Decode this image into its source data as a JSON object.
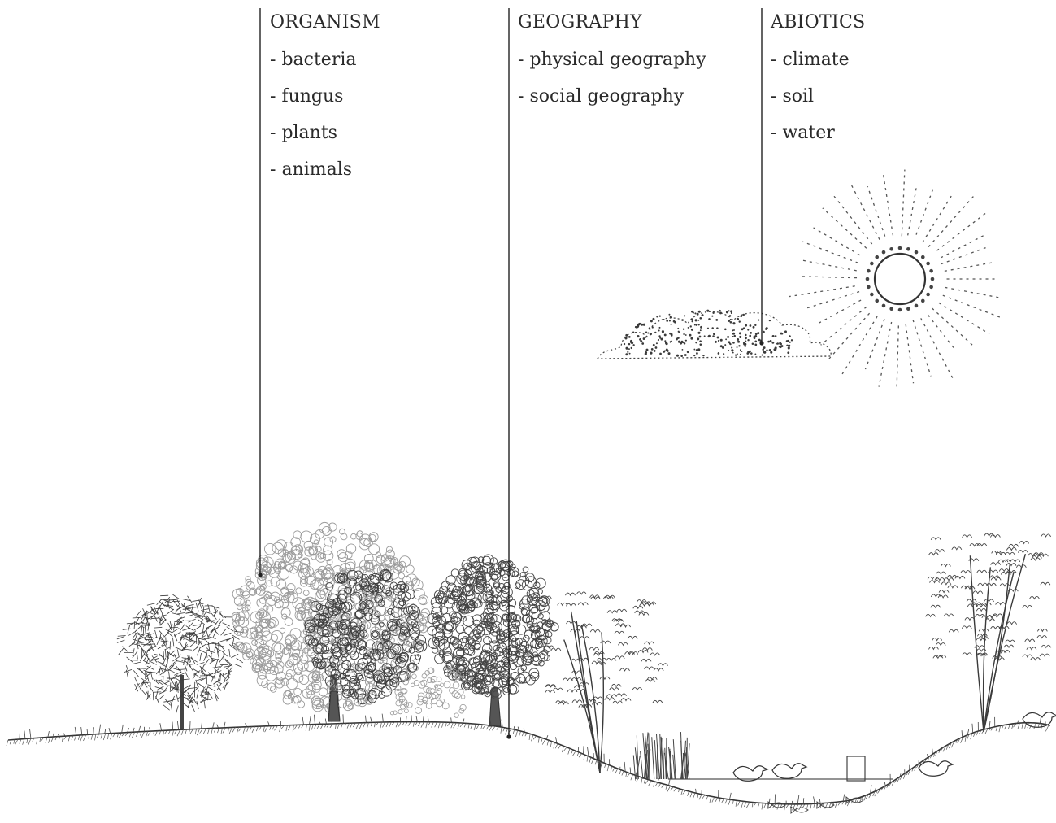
{
  "categories": [
    {
      "title": "ORGANISM",
      "items": [
        "bacteria",
        "fungus",
        "plants",
        "animals"
      ]
    },
    {
      "title": "GEOGRAPHY",
      "items": [
        "physical geography",
        "social geography"
      ]
    },
    {
      "title": "ABIOTICS",
      "items": [
        "climate",
        "soil",
        "water"
      ]
    }
  ],
  "colors": {
    "ink": "#2a2a2a",
    "line": "#222222",
    "background": "#ffffff"
  }
}
